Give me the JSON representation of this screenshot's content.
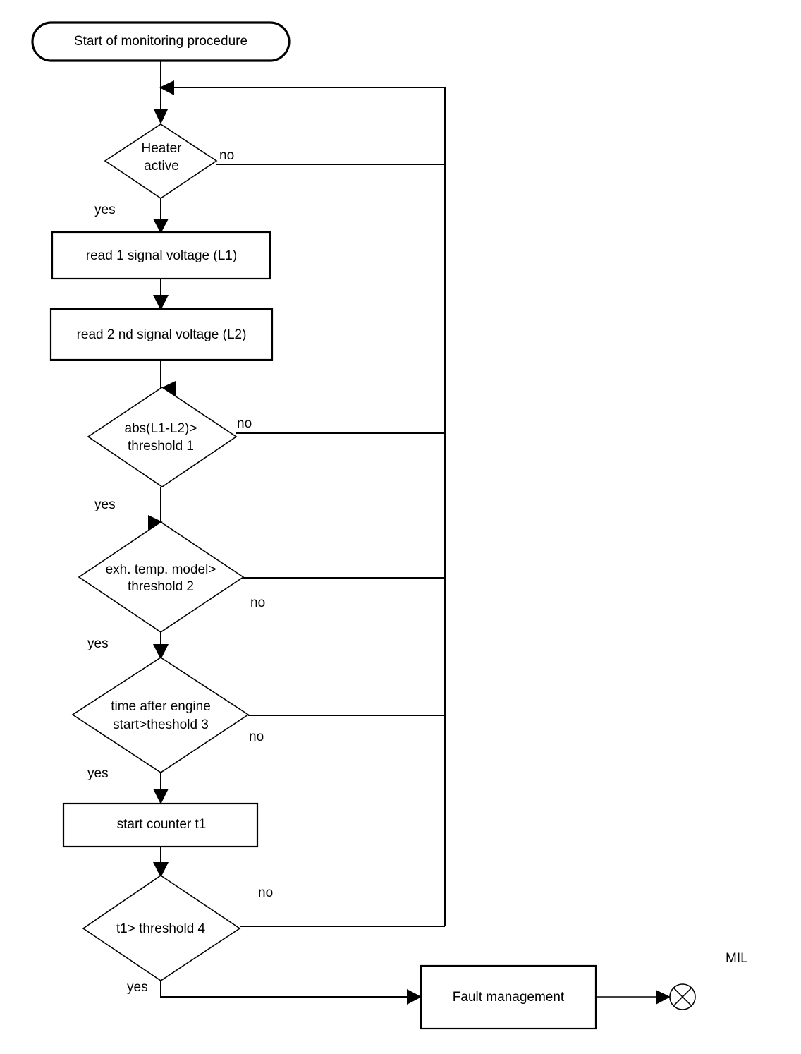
{
  "diagram": {
    "title": "Start of monitoring procedure",
    "type": "flowchart",
    "nodes": {
      "start": {
        "label": "Start of monitoring procedure",
        "shape": "stadium"
      },
      "heater": {
        "label_line1": "Heater",
        "label_line2": "active",
        "shape": "diamond"
      },
      "read1": {
        "label": "read 1 signal voltage (L1)",
        "shape": "rectangle"
      },
      "read2": {
        "label": "read 2 nd signal voltage  (L2)",
        "shape": "rectangle"
      },
      "abs_check": {
        "label_line1": "abs(L1-L2)>",
        "label_line2": "threshold 1",
        "shape": "diamond"
      },
      "exh_temp": {
        "label_line1": "exh. temp. model>",
        "label_line2": "threshold 2",
        "shape": "diamond"
      },
      "time_after": {
        "label_line1": "time after engine",
        "label_line2": "start>theshold 3",
        "shape": "diamond"
      },
      "counter": {
        "label": "start counter t1",
        "shape": "rectangle"
      },
      "t1_check": {
        "label": "t1> threshold 4",
        "shape": "diamond"
      },
      "fault": {
        "label": "Fault management",
        "shape": "rectangle"
      },
      "mil": {
        "label": "MIL",
        "shape": "circle-cross"
      }
    },
    "edge_labels": {
      "heater_no": "no",
      "heater_yes": "yes",
      "abs_no": "no",
      "abs_yes": "yes",
      "exh_no": "no",
      "exh_yes": "yes",
      "time_no": "no",
      "time_yes": "yes",
      "t1_no": "no",
      "t1_yes": "yes"
    },
    "colors": {
      "stroke": "#000000",
      "fill": "#ffffff",
      "background": "#ffffff"
    }
  }
}
